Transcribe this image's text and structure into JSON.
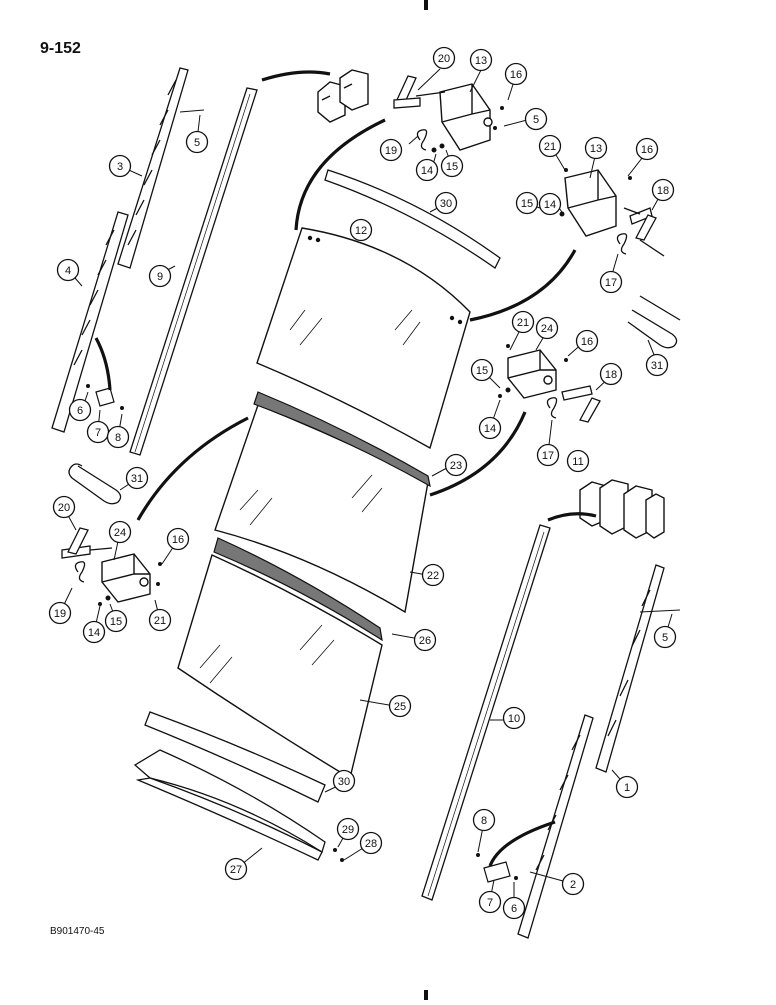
{
  "page_number": "9-152",
  "figure_code": "B901470-45",
  "callouts": [
    "1",
    "2",
    "3",
    "4",
    "5",
    "6",
    "7",
    "8",
    "9",
    "10",
    "11",
    "12",
    "13",
    "14",
    "15",
    "16",
    "17",
    "18",
    "19",
    "20",
    "21",
    "22",
    "23",
    "24",
    "25",
    "26",
    "27",
    "28",
    "29",
    "30",
    "31"
  ]
}
